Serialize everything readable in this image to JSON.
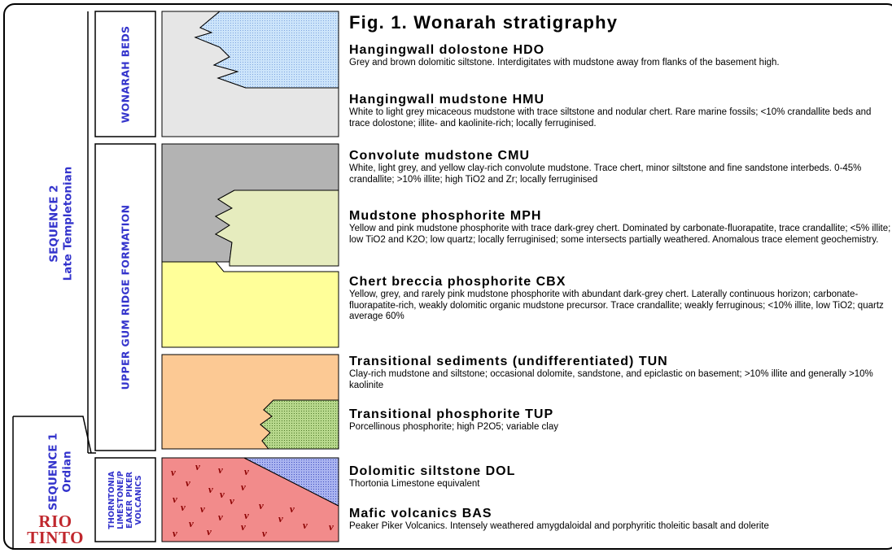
{
  "title": "Fig. 1. Wonarah stratigraphy",
  "sequences": [
    {
      "line1": "SEQUENCE 2",
      "line2": "Late Templetonian"
    },
    {
      "line1": "SEQUENCE 1",
      "line2": "Ordian"
    }
  ],
  "formations": [
    {
      "label": "WONARAH BEDS"
    },
    {
      "label": "UPPER GUM RIDGE FORMATION"
    },
    {
      "line1": "THORNTONIA",
      "line2": "LIMESTONE/P",
      "line3": "EAKER PIKER",
      "line4": "VOLCANICS"
    }
  ],
  "units": [
    {
      "name": "Hangingwall dolostone HDO",
      "color": "#cce4fa",
      "description": "Grey and brown dolomitic siltstone. Interdigitates with mudstone away from flanks of the basement high."
    },
    {
      "name": "Hangingwall mudstone HMU",
      "color": "#e6e6e6",
      "description": "White to light grey micaceous mudstone with trace siltstone and nodular chert. Rare marine fossils; <10% crandallite beds and trace dolostone; illite- and kaolinite-rich; locally ferruginised."
    },
    {
      "name": "Convolute mudstone CMU",
      "color": "#b3b3b3",
      "description": "White, light grey, and yellow clay-rich convolute mudstone. Trace chert, minor siltstone and fine sandstone interbeds. 0-45% crandallite; >10% illite; high TiO2 and Zr; locally ferruginised"
    },
    {
      "name": "Mudstone phosphorite MPH",
      "color": "#e6ecbe",
      "description": "Yellow and pink mudstone phosphorite with trace dark-grey chert. Dominated by carbonate-fluorapatite, trace crandallite; <5% illite; low TiO2 and K2O; low quartz; locally ferruginised; some intersects partially weathered. Anomalous trace element geochemistry."
    },
    {
      "name": "Chert breccia phosphorite CBX",
      "color": "#ffff99",
      "description": "Yellow, grey, and rarely pink mudstone phosphorite with abundant dark-grey chert. Laterally continuous horizon; carbonate-fluorapatite-rich, weakly dolomitic organic mudstone precursor. Trace crandallite; weakly ferruginous; <10% illite, low TiO2; quartz average 60%"
    },
    {
      "name": "Transitional sediments (undifferentiated) TUN",
      "color": "#fcc994",
      "description": "Clay-rich mudstone and siltstone; occasional dolomite, sandstone, and epiclastic on basement; >10% illite and generally >10% kaolinite"
    },
    {
      "name": "Transitional phosphorite TUP",
      "color": "#9cc36c",
      "description": "Porcellinous phosphorite; high P2O5; variable clay"
    },
    {
      "name": "Dolomitic siltstone DOL",
      "color": "#7f8ee0",
      "description": "Thortonia Limestone equivalent"
    },
    {
      "name": "Mafic volcanics BAS",
      "color": "#f28b8b",
      "description": "Peaker Piker Volcanics. Intensely weathered amygdaloidal and porphyritic tholeitic basalt and dolerite"
    }
  ],
  "volcanic_mark": "v",
  "logo": {
    "line1": "RIO",
    "line2": "TINTO",
    "color": "#c0272d"
  }
}
